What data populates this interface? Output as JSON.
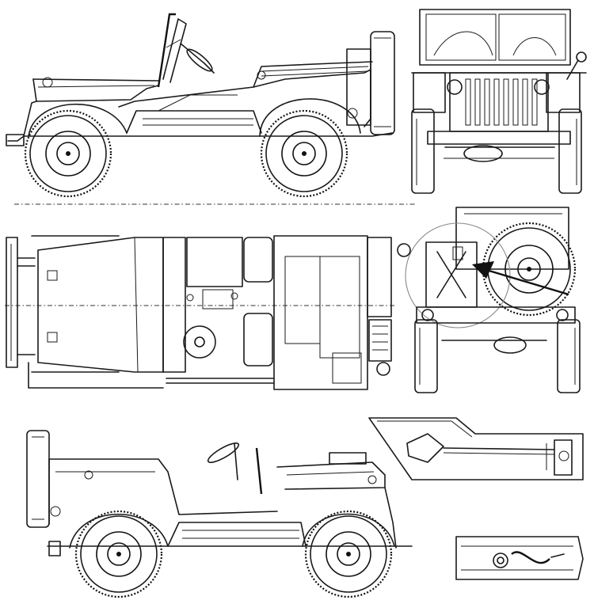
{
  "drawing": {
    "views": [
      "left-side-view",
      "front-view",
      "top-view",
      "rear-view",
      "right-side-view",
      "tool-detail",
      "bracket-detail"
    ],
    "colors": {
      "line": "#1a1a1a",
      "background": "#ffffff",
      "arrow": "#111111",
      "highlight-circle": "#888888"
    }
  }
}
